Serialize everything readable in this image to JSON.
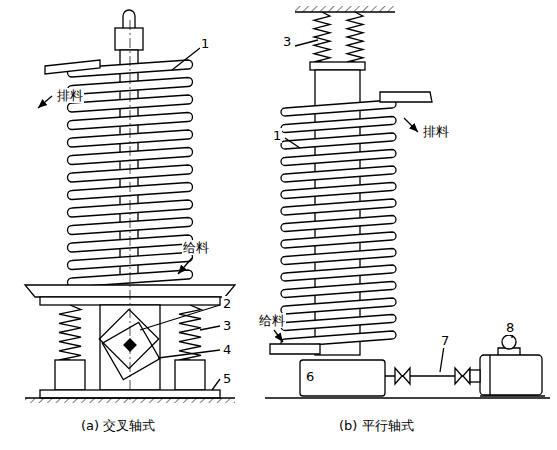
{
  "diagram": {
    "labels": [
      "排料",
      "1",
      "给料",
      "2",
      "3",
      "4",
      "5",
      "(a) 交叉轴式",
      "3",
      "1",
      "排料",
      "给料",
      "6",
      "7",
      "8",
      "(b) 平行轴式"
    ]
  }
}
